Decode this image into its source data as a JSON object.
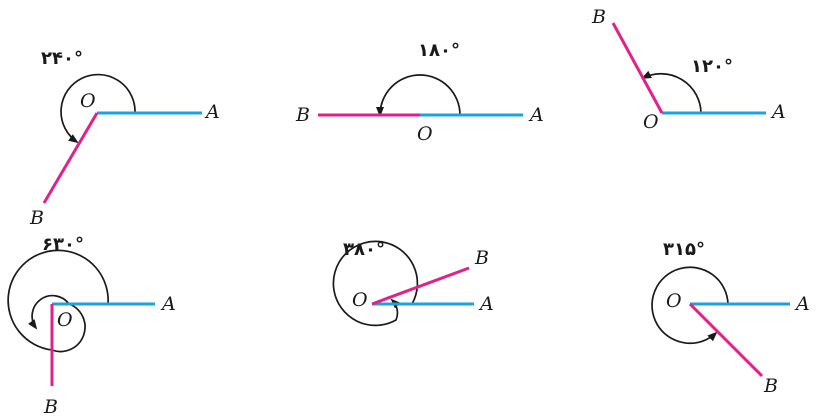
{
  "colors": {
    "ray_a": "#1aa3dd",
    "ray_b": "#e0218a",
    "arc": "#1a1a1a"
  },
  "diagrams": [
    {
      "id": "d1",
      "angle_deg": 240,
      "angle_label": "۲۴۰°",
      "vertex_label": "O",
      "ray_a_label": "A",
      "ray_b_label": "B"
    },
    {
      "id": "d2",
      "angle_deg": 180,
      "angle_label": "۱۸۰°",
      "vertex_label": "O",
      "ray_a_label": "A",
      "ray_b_label": "B"
    },
    {
      "id": "d3",
      "angle_deg": 120,
      "angle_label": "۱۲۰°",
      "vertex_label": "O",
      "ray_a_label": "A",
      "ray_b_label": "B"
    },
    {
      "id": "d4",
      "angle_deg": 630,
      "angle_label": "۶۳۰°",
      "vertex_label": "O",
      "ray_a_label": "A",
      "ray_b_label": "B"
    },
    {
      "id": "d5",
      "angle_deg": 380,
      "angle_label": "۳۸۰°",
      "vertex_label": "O",
      "ray_a_label": "A",
      "ray_b_label": "B"
    },
    {
      "id": "d6",
      "angle_deg": 315,
      "angle_label": "۳۱۵°",
      "vertex_label": "O",
      "ray_a_label": "A",
      "ray_b_label": "B"
    }
  ]
}
